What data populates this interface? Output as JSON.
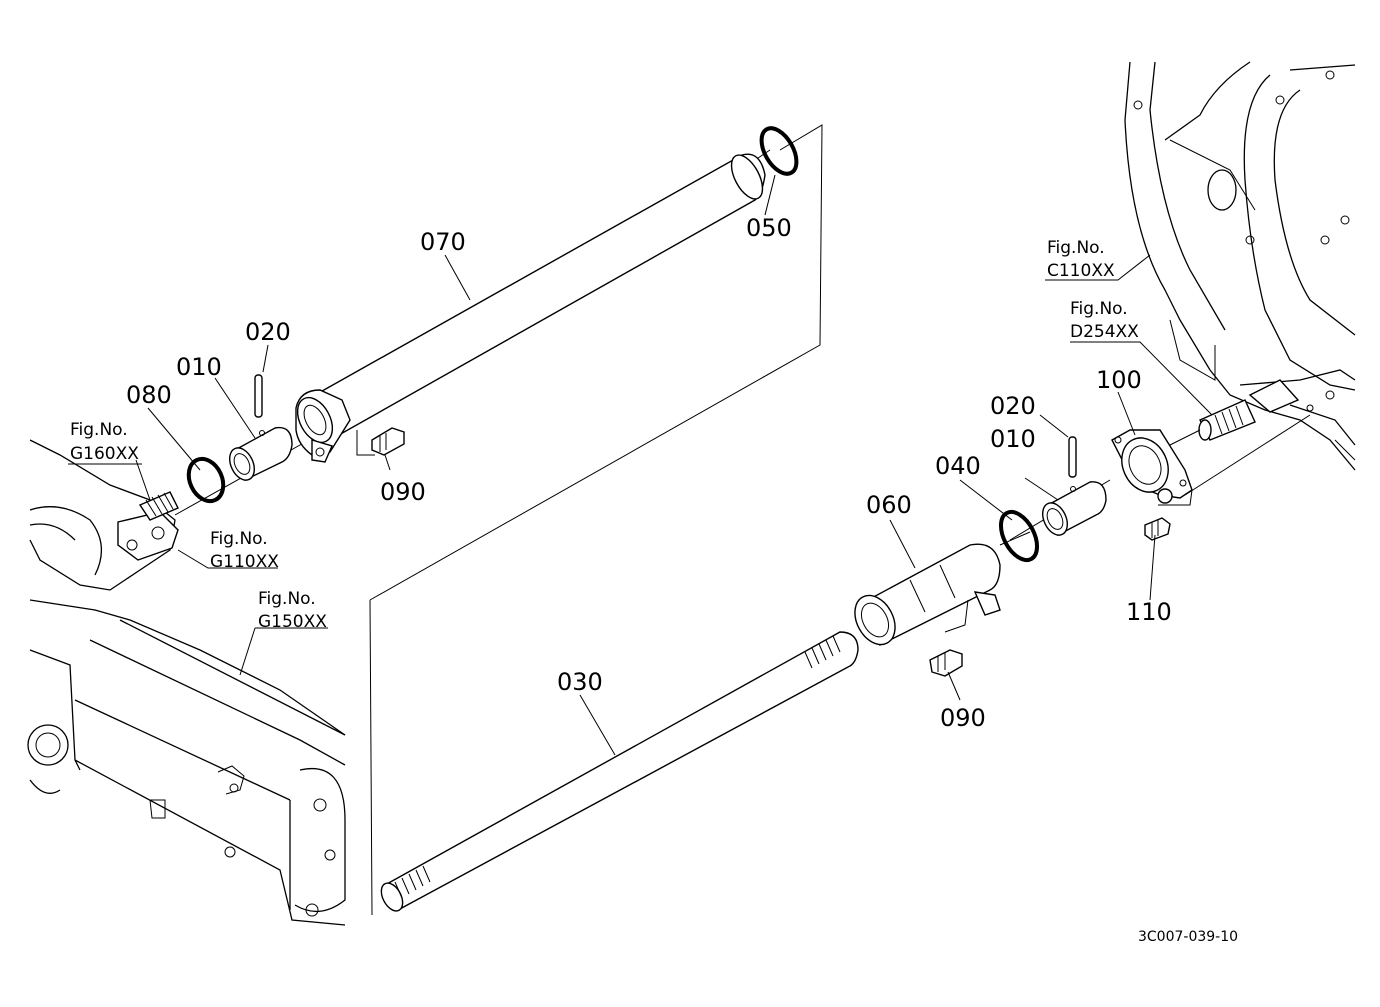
{
  "parts": {
    "p070": "070",
    "p050": "050",
    "p020a": "020",
    "p010a": "010",
    "p080": "080",
    "p090a": "090",
    "p030": "030",
    "p060": "060",
    "p040": "040",
    "p010b": "010",
    "p020b": "020",
    "p100": "100",
    "p110": "110",
    "p090b": "090"
  },
  "figure_refs": {
    "g160": {
      "label": "Fig.No.",
      "code": "G160XX"
    },
    "g110": {
      "label": "Fig.No.",
      "code": "G110XX"
    },
    "g150": {
      "label": "Fig.No.",
      "code": "G150XX"
    },
    "c110": {
      "label": "Fig.No.",
      "code": "C110XX"
    },
    "d254": {
      "label": "Fig.No.",
      "code": "D254XX"
    }
  },
  "drawing_code": "3C007-039-10"
}
